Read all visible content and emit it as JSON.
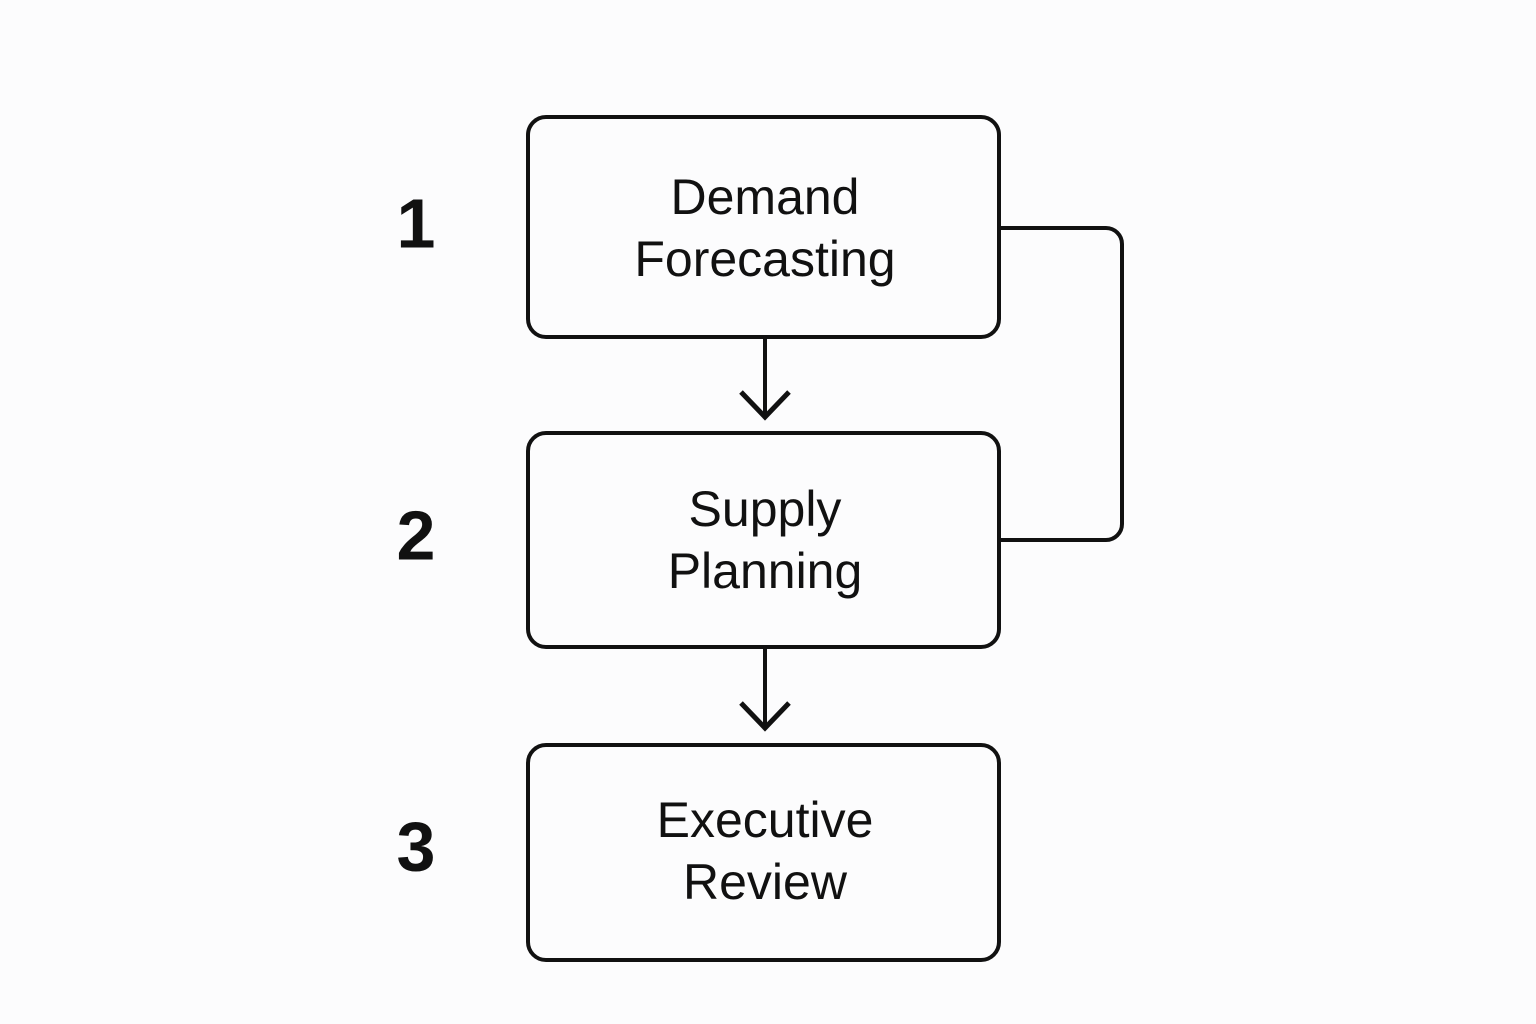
{
  "diagram": {
    "type": "flowchart",
    "orientation": "vertical",
    "background_color": "#fcfcfd",
    "line_color": "#111111",
    "nodes": [
      {
        "step": "1",
        "label_line1": "Demand",
        "label_line2": "Forecasting",
        "shape": "rounded-rectangle"
      },
      {
        "step": "2",
        "label_line1": "Supply",
        "label_line2": "Planning",
        "shape": "rounded-rectangle"
      },
      {
        "step": "3",
        "label_line1": "Executive",
        "label_line2": "Review",
        "shape": "rounded-rectangle"
      }
    ],
    "edges": [
      {
        "from": "1",
        "to": "2",
        "style": "arrow-down"
      },
      {
        "from": "2",
        "to": "3",
        "style": "arrow-down"
      },
      {
        "from": "1",
        "to": "2",
        "style": "feedback-loop-right"
      }
    ]
  }
}
